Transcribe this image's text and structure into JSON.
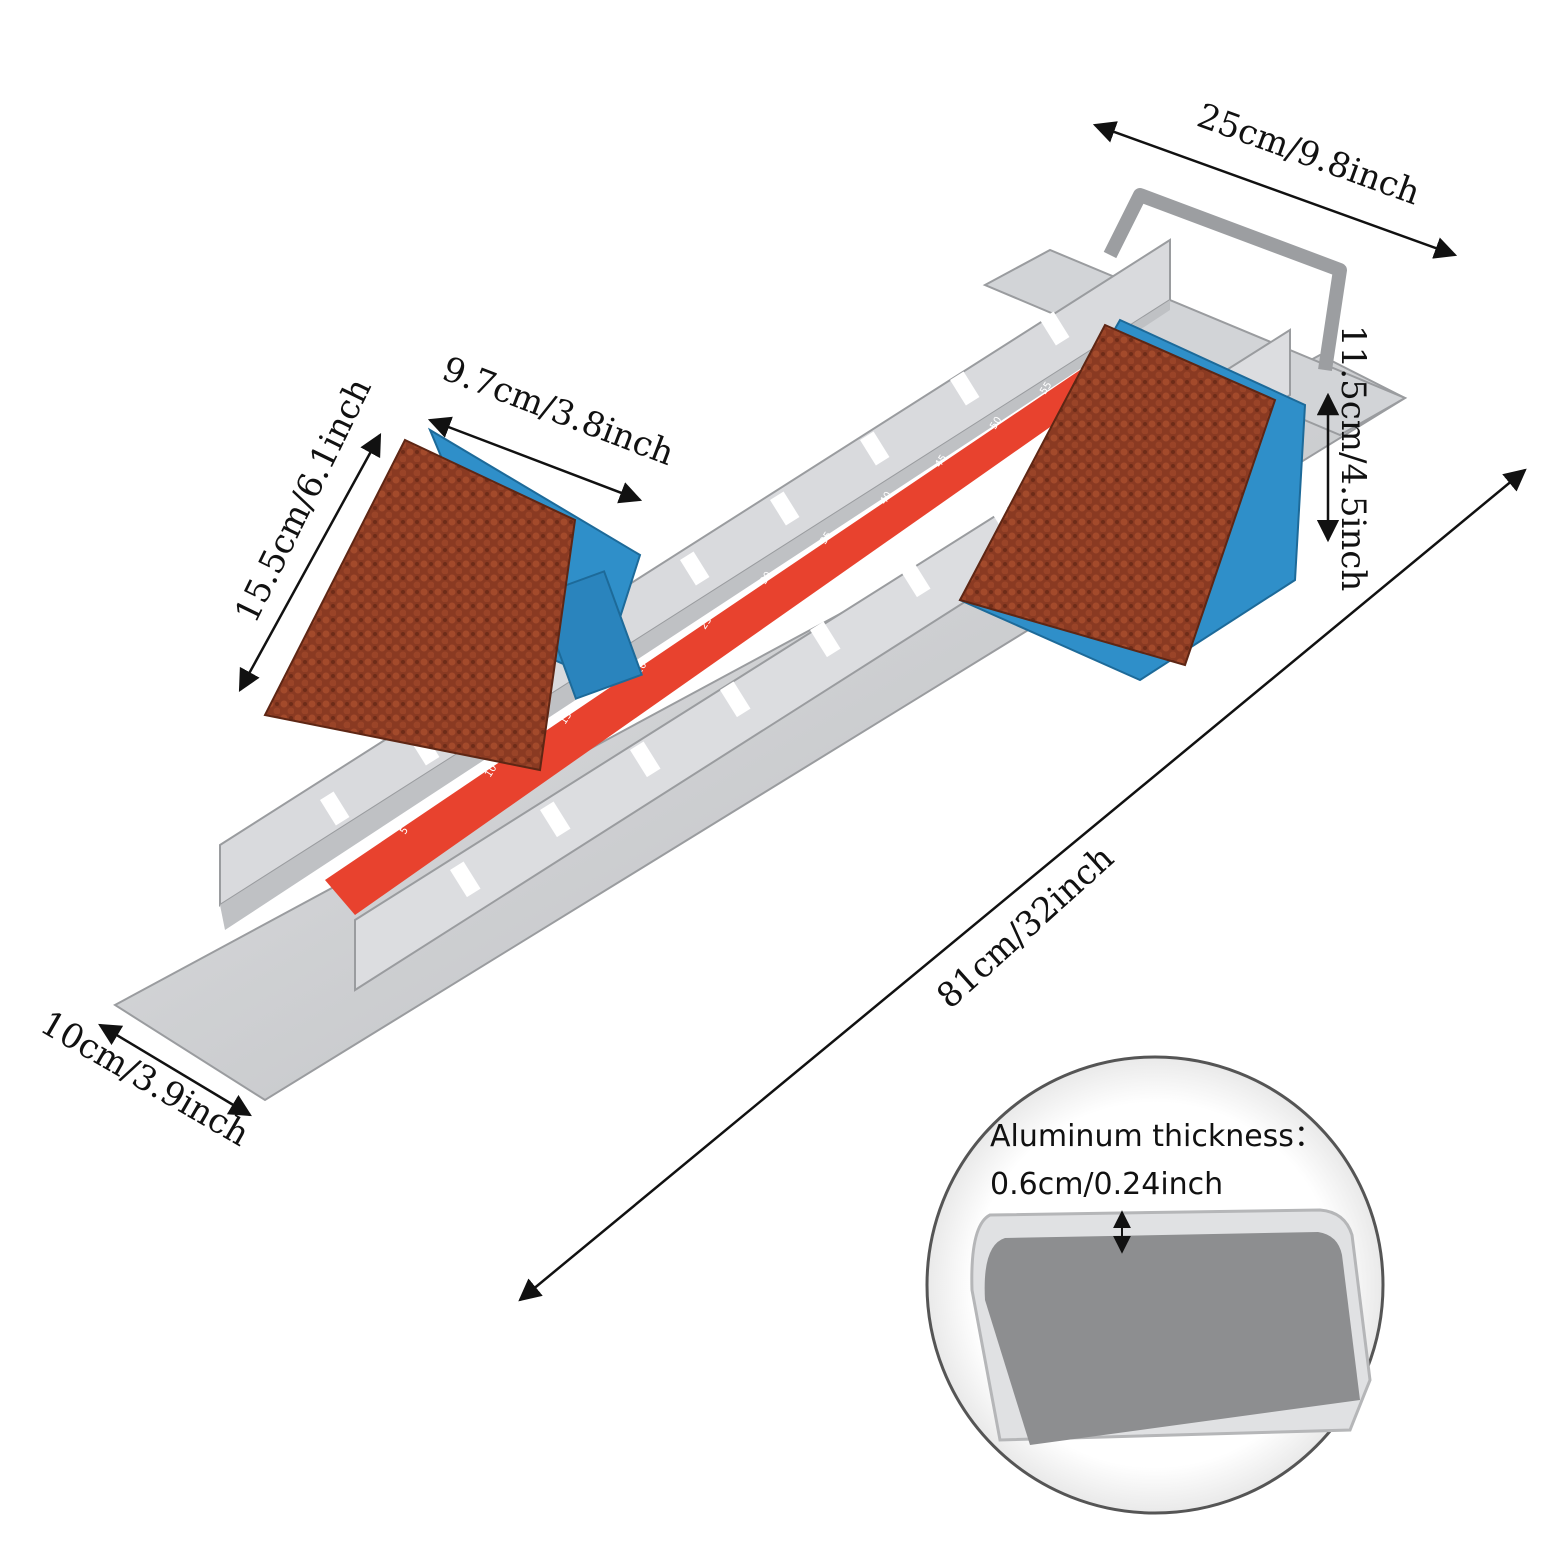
{
  "dimensions": {
    "width_top": "25cm/9.8inch",
    "height_block": "11.5cm/4.5inch",
    "pedal_width": "9.7cm/3.8inch",
    "pedal_length": "15.5cm/6.1inch",
    "rail_length": "81cm/32inch",
    "base_width": "10cm/3.9inch"
  },
  "inset": {
    "label_line1": "Aluminum thickness：",
    "label_line2": "0.6cm/0.24inch"
  },
  "scale_ticks": [
    "5",
    "10",
    "15",
    "20",
    "25",
    "30",
    "35",
    "40",
    "45",
    "50",
    "55"
  ],
  "colors": {
    "aluminum": "#c9cbce",
    "scale_red": "#e8422e",
    "pedal_blue": "#2f8fc9",
    "pedal_brown": "#8a3a22"
  }
}
